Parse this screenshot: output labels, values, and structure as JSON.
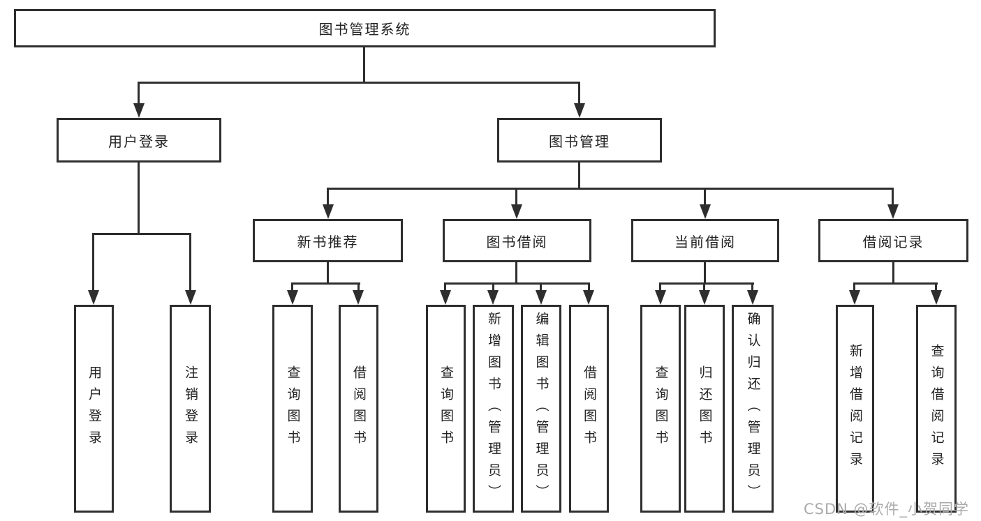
{
  "diagram": {
    "root": {
      "label": "图书管理系统"
    },
    "level2": [
      {
        "label": "用户登录"
      },
      {
        "label": "图书管理"
      }
    ],
    "level3": [
      {
        "label": "新书推荐"
      },
      {
        "label": "图书借阅"
      },
      {
        "label": "当前借阅"
      },
      {
        "label": "借阅记录"
      }
    ],
    "leaves": [
      {
        "label": "用户登录"
      },
      {
        "label": "注销登录"
      },
      {
        "label": "查询图书"
      },
      {
        "label": "借阅图书"
      },
      {
        "label": "查询图书"
      },
      {
        "label": "新增图书（管理员）"
      },
      {
        "label": "编辑图书（管理员）"
      },
      {
        "label": "借阅图书"
      },
      {
        "label": "查询图书"
      },
      {
        "label": "归还图书"
      },
      {
        "label": "确认归还（管理员）"
      },
      {
        "label": "新增借阅记录"
      },
      {
        "label": "查询借阅记录"
      }
    ]
  },
  "watermark": {
    "text": "CSDN @软件_小贺同学"
  },
  "colors": {
    "line": "#2e2e2e",
    "text": "#222222",
    "background": "#ffffff",
    "watermark": "#aaaaaa"
  }
}
